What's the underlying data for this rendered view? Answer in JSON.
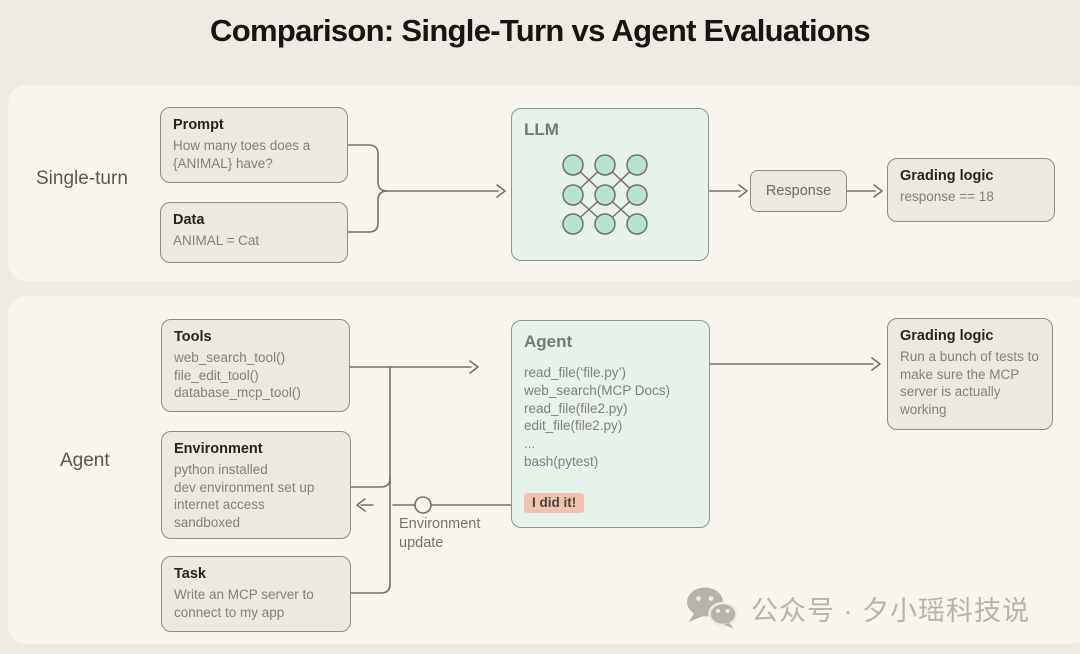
{
  "title": "Comparison: Single-Turn vs Agent Evaluations",
  "single_turn": {
    "label": "Single-turn",
    "prompt_title": "Prompt",
    "prompt_body": "How many toes does a {ANIMAL} have?",
    "data_title": "Data",
    "data_body": "ANIMAL = Cat",
    "llm_title": "LLM",
    "response_label": "Response",
    "grading_title": "Grading logic",
    "grading_body": "response == 18"
  },
  "agent": {
    "label": "Agent",
    "tools_title": "Tools",
    "tools_lines": [
      "web_search_tool()",
      "file_edit_tool()",
      "database_mcp_tool()"
    ],
    "environment_title": "Environment",
    "environment_lines": [
      "python installed",
      "dev environment set up",
      "internet access",
      "sandboxed"
    ],
    "task_title": "Task",
    "task_body": "Write an MCP server to connect to my app",
    "agent_box_title": "Agent",
    "agent_box_lines": [
      "read_file(‘file.py’)",
      "web_search(MCP Docs)",
      "read_file(file2.py)",
      "edit_file(file2.py)",
      "...",
      "bash(pytest)"
    ],
    "agent_box_badge": "I did it!",
    "grading_title": "Grading logic",
    "grading_body": "Run a bunch of tests to make sure the MCP server is actually working",
    "env_update_label": "Environment update"
  },
  "watermark_text": "公众号 · 夕小瑶科技说",
  "colors": {
    "page_bg": "#edebe3",
    "panel_bg": "#f7f5ee",
    "box_bg": "#ebe9e1",
    "box_border": "#8e8c82",
    "mint_bg": "#e6f2ea",
    "node_fill": "#b9e3cc",
    "connector": "#72716a",
    "badge_bg": "#f0c2b2",
    "watermark": "#b5b3aa"
  }
}
